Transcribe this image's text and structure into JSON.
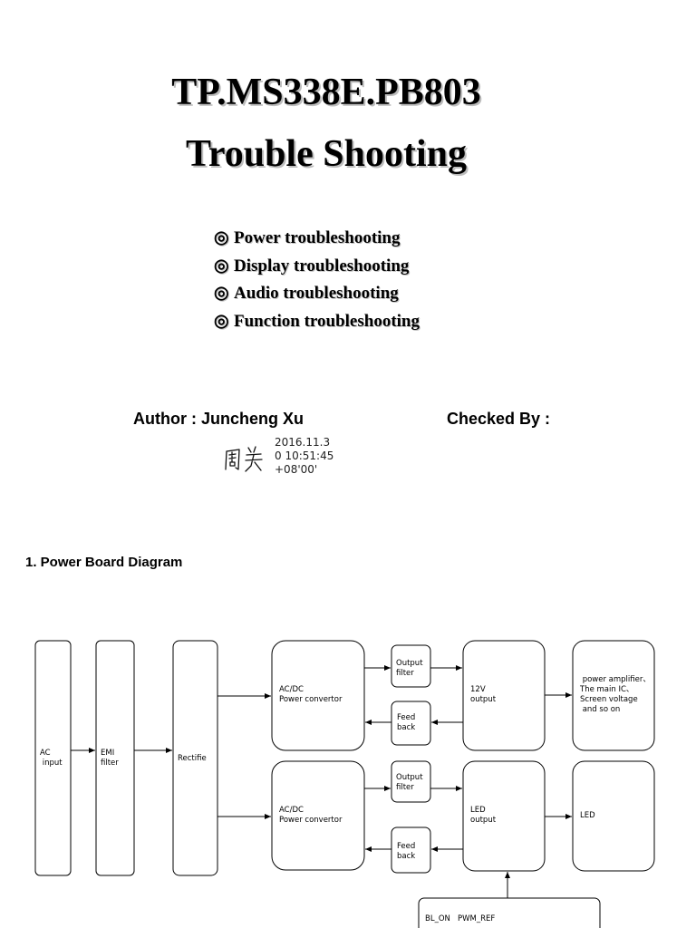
{
  "header": {
    "title_line1": "TP.MS338E.PB803",
    "title_line2": "Trouble Shooting"
  },
  "topics": {
    "bullet_icon": "double-circle-icon",
    "items": [
      "Power troubleshooting",
      "Display troubleshooting",
      "Audio troubleshooting",
      "Function troubleshooting"
    ]
  },
  "credits": {
    "author": "Author : Juncheng Xu",
    "checked_by": "Checked By :",
    "signature_stamp": [
      "2016.11.3",
      "0 10:51:45",
      "+08'00'"
    ]
  },
  "section": {
    "title": "1. Power Board Diagram"
  },
  "diagram": {
    "nodes": {
      "ac_input": "AC\n input",
      "emi_filter": "EMI\nfilter",
      "rectifier": "Rectifie",
      "acdc_top": "AC/DC\nPower convertor",
      "acdc_bottom": "AC/DC\nPower convertor",
      "output_filter_top": "Output\nfilter",
      "output_filter_bottom": "Output\nfilter",
      "feedback_top": "Feed\nback",
      "feedback_bottom": "Feed\nback",
      "output_12v": "12V\noutput",
      "led_output": "LED\noutput",
      "loads": " power amplifier、\nThe main IC、\nScreen voltage\n and so on",
      "led": "LED",
      "bl_control": "BL_ON   PWM_REF"
    }
  }
}
